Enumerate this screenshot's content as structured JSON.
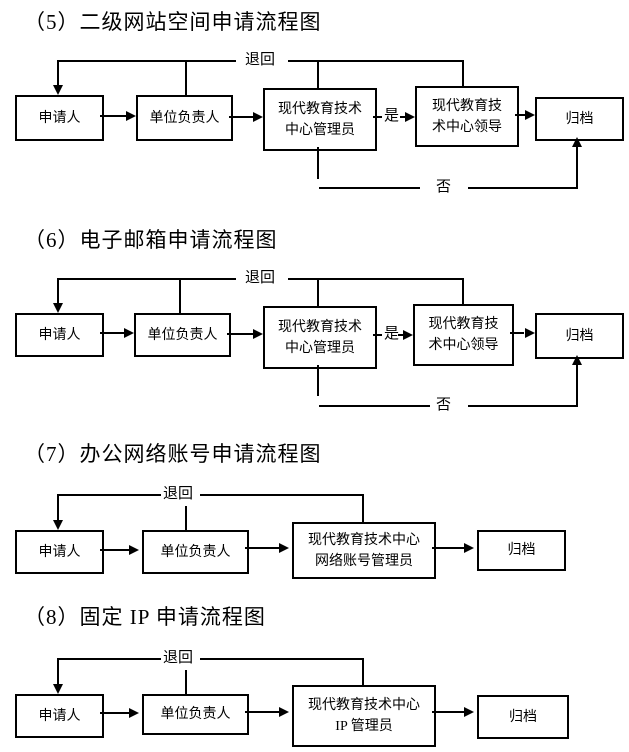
{
  "page": {
    "background": "#ffffff",
    "line_color": "#000000"
  },
  "charts": [
    {
      "title": "（5）二级网站空间申请流程图",
      "nodes": {
        "applicant": "申请人",
        "unit_head": "单位负责人",
        "center_admin_line1": "现代教育技术",
        "center_admin_line2": "中心管理员",
        "center_leader_line1": "现代教育技",
        "center_leader_line2": "术中心领导",
        "archive": "归档"
      },
      "edge_labels": {
        "return": "退回",
        "yes": "是",
        "no": "否"
      },
      "edges": [
        {
          "from": "applicant",
          "to": "unit_head"
        },
        {
          "from": "unit_head",
          "to": "center_admin"
        },
        {
          "from": "center_admin",
          "to": "center_leader",
          "label": "是"
        },
        {
          "from": "center_leader",
          "to": "archive"
        },
        {
          "from": "center_admin",
          "to": "archive",
          "label": "否"
        },
        {
          "from": "unit_head,center_admin,center_leader",
          "to": "applicant",
          "label": "退回"
        }
      ]
    },
    {
      "title": "（6）电子邮箱申请流程图",
      "nodes": {
        "applicant": "申请人",
        "unit_head": "单位负责人",
        "center_admin_line1": "现代教育技术",
        "center_admin_line2": "中心管理员",
        "center_leader_line1": "现代教育技",
        "center_leader_line2": "术中心领导",
        "archive": "归档"
      },
      "edge_labels": {
        "return": "退回",
        "yes": "是",
        "no": "否"
      },
      "edges": [
        {
          "from": "applicant",
          "to": "unit_head"
        },
        {
          "from": "unit_head",
          "to": "center_admin"
        },
        {
          "from": "center_admin",
          "to": "center_leader",
          "label": "是"
        },
        {
          "from": "center_leader",
          "to": "archive"
        },
        {
          "from": "center_admin",
          "to": "archive",
          "label": "否"
        },
        {
          "from": "unit_head,center_admin,center_leader",
          "to": "applicant",
          "label": "退回"
        }
      ]
    },
    {
      "title": "（7）办公网络账号申请流程图",
      "nodes": {
        "applicant": "申请人",
        "unit_head": "单位负责人",
        "manager_line1": "现代教育技术中心",
        "manager_line2": "网络账号管理员",
        "archive": "归档"
      },
      "edge_labels": {
        "return": "退回"
      },
      "edges": [
        {
          "from": "applicant",
          "to": "unit_head"
        },
        {
          "from": "unit_head",
          "to": "manager"
        },
        {
          "from": "manager",
          "to": "archive"
        },
        {
          "from": "unit_head,manager",
          "to": "applicant",
          "label": "退回"
        }
      ]
    },
    {
      "title": "（8）固定 IP 申请流程图",
      "nodes": {
        "applicant": "申请人",
        "unit_head": "单位负责人",
        "manager_line1": "现代教育技术中心",
        "manager_line2": "IP 管理员",
        "archive": "归档"
      },
      "edge_labels": {
        "return": "退回"
      },
      "edges": [
        {
          "from": "applicant",
          "to": "unit_head"
        },
        {
          "from": "unit_head",
          "to": "manager"
        },
        {
          "from": "manager",
          "to": "archive"
        },
        {
          "from": "unit_head,manager",
          "to": "applicant",
          "label": "退回"
        }
      ]
    }
  ]
}
